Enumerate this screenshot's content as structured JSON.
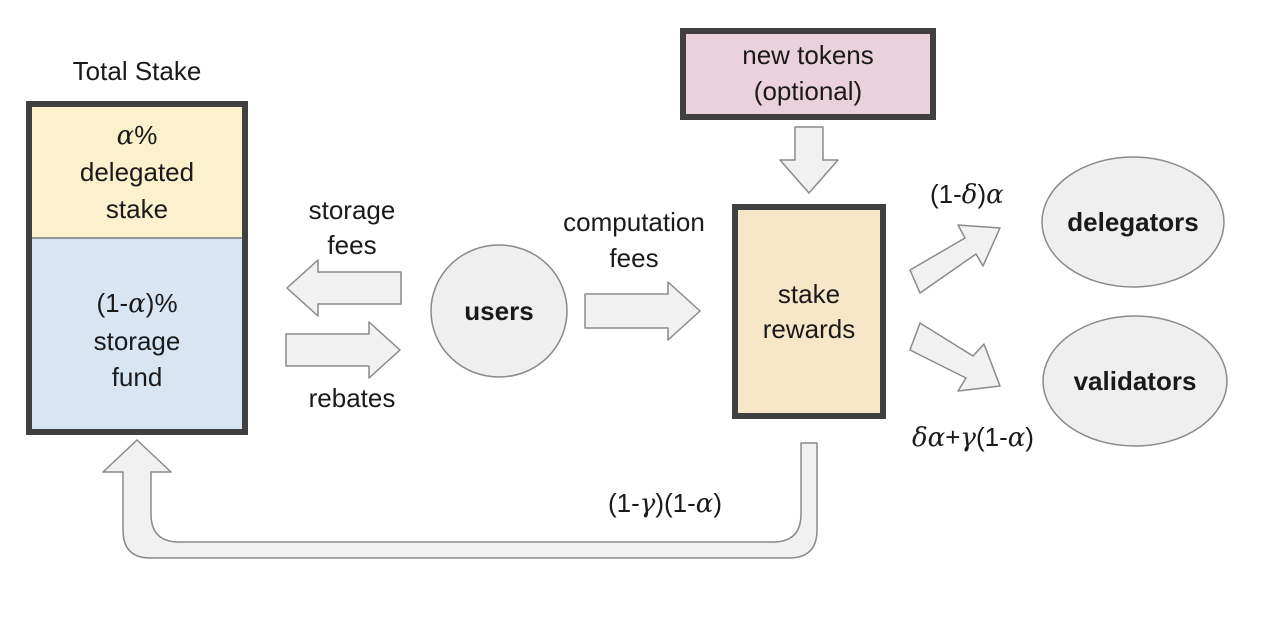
{
  "total_stake": {
    "title": "Total Stake",
    "delegated": {
      "symbol": "α",
      "pct": "%",
      "line2": "delegated",
      "line3": "stake"
    },
    "storage": {
      "prefix": "(1-",
      "symbol": "α",
      "suffix": ")%",
      "line2": "storage",
      "line3": "fund"
    }
  },
  "new_tokens": {
    "line1": "new tokens",
    "line2": "(optional)"
  },
  "users": {
    "label": "users"
  },
  "stake_rewards": {
    "line1": "stake",
    "line2": "rewards"
  },
  "delegators": {
    "label": "delegators"
  },
  "validators": {
    "label": "validators"
  },
  "edges": {
    "storage_fees": {
      "line1": "storage",
      "line2": "fees"
    },
    "rebates": {
      "label": "rebates"
    },
    "computation_fees": {
      "line1": "computation",
      "line2": "fees"
    },
    "to_delegators": {
      "p1": "(1-",
      "delta": "δ",
      "p2": ")",
      "alpha": "α"
    },
    "to_validators": {
      "delta": "δ",
      "alpha": "α",
      "plus": "+",
      "gamma": "γ",
      "p1": "(1-",
      "alpha2": "α",
      "p2": ")"
    },
    "to_storage_fund": {
      "p1": "(1-",
      "gamma": "γ",
      "p2": ")(1-",
      "alpha": "α",
      "p3": ")"
    }
  },
  "colors": {
    "delegated_fill": "#fcf1cc",
    "storage_fill": "#d8e5f3",
    "new_tokens_fill": "#ead1dc",
    "stake_rewards_fill": "#f8e6c8",
    "node_fill": "#efefef",
    "box_border": "#404040"
  }
}
